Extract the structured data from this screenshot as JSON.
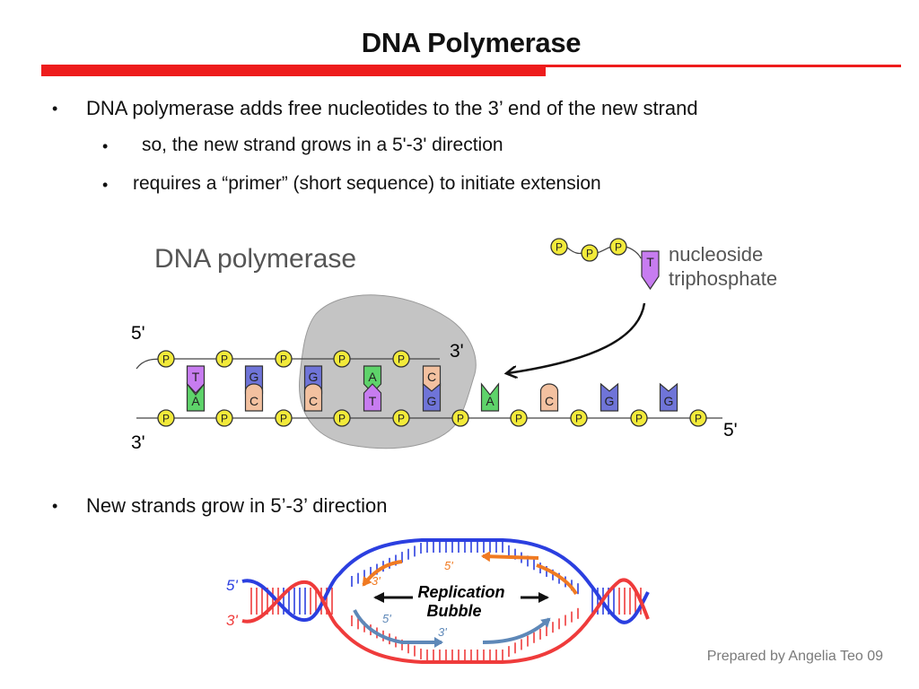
{
  "slide": {
    "title": "DNA Polymerase",
    "bullets": [
      "DNA polymerase adds free nucleotides to the 3’ end of the new strand",
      "so, the new strand grows in a 5'-3' direction",
      "requires a “primer” (short sequence) to initiate extension",
      "New strands grow in 5’-3’ direction"
    ],
    "bullet_symbol": "•",
    "footer": "Prepared by Angelia Teo 09"
  },
  "colors": {
    "accent_red": "#ee1c1c",
    "thymine": "#c77cf0",
    "adenine": "#5ed36a",
    "guanine": "#6f74d8",
    "cytosine": "#f3c1a0",
    "phosphate": "#f2ea3a",
    "enzyme": "#c4c4c4",
    "strand_blue": "#2b3fe0",
    "strand_red": "#ef3b3b",
    "strand_orange": "#f07a22",
    "strand_steel": "#5e88b8"
  },
  "polymerase_diagram": {
    "enzyme_label": "DNA polymerase",
    "nucleotide_label_line1": "nucleoside",
    "nucleotide_label_line2": "triphosphate",
    "incoming_base": "T",
    "phosphate_letter": "P",
    "top_left_end": "5'",
    "bottom_left_end": "3'",
    "new_strand_end": "3'",
    "bottom_right_end": "5'",
    "top_bases": [
      "T",
      "G",
      "G",
      "A",
      "C"
    ],
    "bottom_bases": [
      "A",
      "C",
      "C",
      "T",
      "G",
      "A",
      "C",
      "G",
      "G"
    ]
  },
  "bubble_diagram": {
    "label_line1": "Replication",
    "label_line2": "Bubble",
    "left_top_end": "5'",
    "left_bottom_end": "3'",
    "orange_top_label": "5'",
    "orange_left_label": "3'",
    "steel_left_label": "5'",
    "steel_mid_label": "3'"
  }
}
